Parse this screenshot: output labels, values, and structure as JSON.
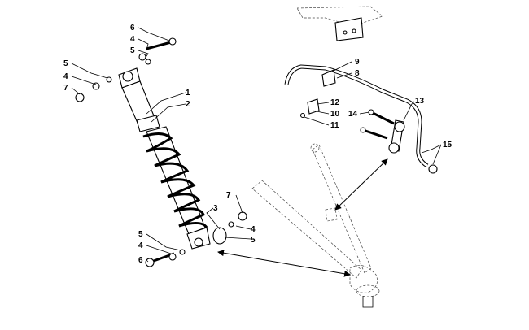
{
  "callouts": [
    {
      "id": "c6a",
      "text": "6"
    },
    {
      "id": "c4a",
      "text": "4"
    },
    {
      "id": "c5a",
      "text": "5"
    },
    {
      "id": "c5b",
      "text": "5"
    },
    {
      "id": "c4b",
      "text": "4"
    },
    {
      "id": "c7a",
      "text": "7"
    },
    {
      "id": "c1",
      "text": "1"
    },
    {
      "id": "c2",
      "text": "2"
    },
    {
      "id": "c7b",
      "text": "7"
    },
    {
      "id": "c3",
      "text": "3"
    },
    {
      "id": "c4c",
      "text": "4"
    },
    {
      "id": "c5c",
      "text": "5"
    },
    {
      "id": "c5d",
      "text": "5"
    },
    {
      "id": "c4d",
      "text": "4"
    },
    {
      "id": "c6b",
      "text": "6"
    },
    {
      "id": "c9",
      "text": "9"
    },
    {
      "id": "c8",
      "text": "8"
    },
    {
      "id": "c12",
      "text": "12"
    },
    {
      "id": "c10",
      "text": "10"
    },
    {
      "id": "c11",
      "text": "11"
    },
    {
      "id": "c13",
      "text": "13"
    },
    {
      "id": "c14",
      "text": "14"
    },
    {
      "id": "c15",
      "text": "15"
    }
  ]
}
